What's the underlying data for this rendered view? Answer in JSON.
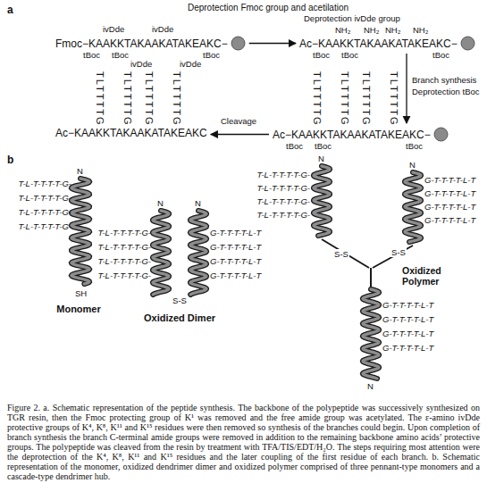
{
  "diagram": {
    "caption": "Figure 2. a. Schematic representation of the peptide synthesis. The backbone of the polypeptide was successively synthesized on TGR resin, then the Fmoc protecting group of K¹ was removed and the free amide group was acetylated. The ε-amino ivDde protective groups of K⁴, K⁸, K¹¹ and K¹⁵ residues were then removed so synthesis of the branches could begin. Upon completion of branch synthesis the branch C-terminal amide groups were removed in addition to the remaining backbone amino acids’ protective groups. The polypeptide was cleaved from the resin by treatment with TFA/TIS/EDT/H₂O. The steps requiring most attention were the deprotection of the K⁴, K⁸, K¹¹ and K¹⁵ residues and the later coupling of the first residue of each branch. b. Schematic representation of the monomer, oxidized dendrimer dimer and oxidized polymer comprised of three pennant-type monomers and a cascade-type dendrimer hub.",
    "nodes": [
      {
        "text": [
          "Fmoc−KAAKKTAKAAKATAKEAKC−"
        ]
      },
      {
        "text": [
          "Ac−KAAKKTAKAAKATAKEAKC−"
        ]
      },
      {
        "text": [
          "Ac−KAAKKTAKAAKATAKEAKC−"
        ]
      },
      {
        "text": [
          "Ac−KAAKKTAKAAKATAKEAKC"
        ]
      }
    ],
    "edges": [
      {
        "from": 0,
        "to": 1,
        "label": "Deprotection Fmoc group and acetilation",
        "arrow": "to"
      },
      {
        "from": 1,
        "to": 2,
        "label": "Branch synthesis",
        "arrow": "to"
      },
      {
        "from": 2,
        "to": 3,
        "label": "Cleavage",
        "arrow": "to"
      }
    ],
    "labels": [
      "a",
      "ivDde",
      "ivDde",
      "tBoc",
      "tBoc",
      "ivDde",
      "ivDde",
      "tBoc",
      "Deprotection ivDde group",
      "NH₂",
      "NH₂",
      "NH₂",
      "NH₂",
      "tBoc",
      "tBoc",
      "tBoc",
      "Deprotection tBoc",
      "TLTTTTG",
      "TLTTTTG",
      "TLTTTTG",
      "TLTTTTG",
      "tBoc",
      "tBoc",
      "tBoc",
      "TLTTTTG",
      "TLTTTTG",
      "TLTTTTG",
      "TLTTTTG",
      "b",
      "N",
      "T-L-T-T-T-T-G-",
      "T-L-T-T-T-T-G-",
      "T-L-T-T-T-T-G-",
      "T-L-T-T-T-T-G-",
      "SH",
      "Monomer",
      "N",
      "T-L-T-T-T-T-G-",
      "T-L-T-T-T-T-G-",
      "T-L-T-T-T-T-G-",
      "T-L-T-T-T-T-G-",
      "N",
      "G-T-T-T-T-L-T",
      "G-T-T-T-T-L-T",
      "G-T-T-T-T-L-T",
      "G-T-T-T-T-L-T",
      "S-S",
      "Oxidized Dimer",
      "N",
      "T-L-T-T-T-T-G-",
      "T-L-T-T-T-T-G-",
      "T-L-T-T-T-T-G-",
      "T-L-T-T-T-T-G-",
      "N",
      "G-T-T-T-T-L-T",
      "G-T-T-T-T-L-T",
      "G-T-T-T-T-L-T",
      "G-T-T-T-T-L-T",
      "S-S",
      "S-S",
      "Oxidized Polymer",
      "G-T-T-T-T-L-T",
      "G-T-T-T-T-L-T",
      "G-T-T-T-T-L-T",
      "G-T-T-T-T-L-T",
      "N"
    ]
  }
}
